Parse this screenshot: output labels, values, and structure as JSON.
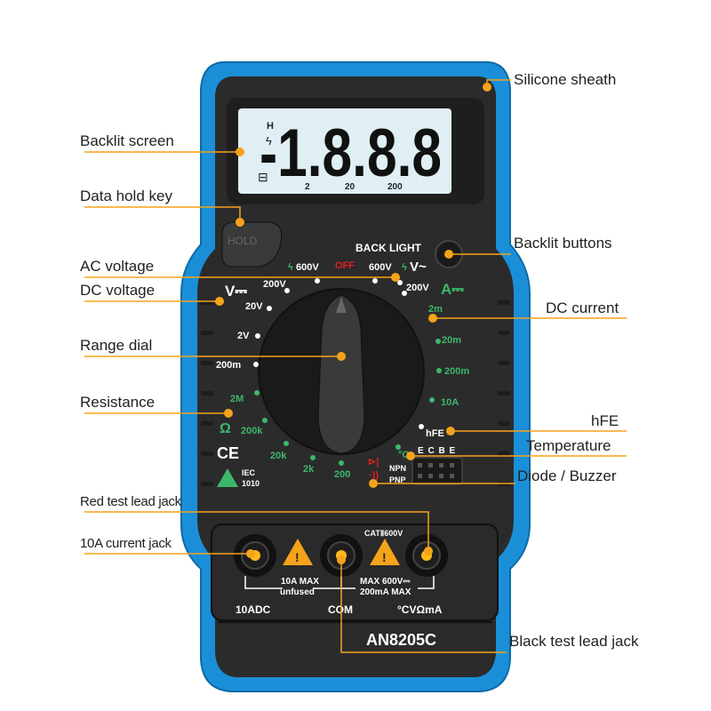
{
  "meter": {
    "display_digits": "-1.8.8.8",
    "display_hold_indicator": "H",
    "display_scale": [
      "2",
      "20",
      "200"
    ],
    "hold_key_label": "HOLD",
    "backlight_label": "BACK LIGHT",
    "dial_left": [
      "600V",
      "200V",
      "20V",
      "2V",
      "200m",
      "2M",
      "200k",
      "20k",
      "2k",
      "200"
    ],
    "dial_top": [
      "600V",
      "OFF",
      "600V"
    ],
    "dial_right": [
      "200V",
      "2m",
      "20m",
      "200m",
      "10A",
      "hFE",
      "°C"
    ],
    "mode_dc_volt": "V⎓",
    "mode_ac_volt": "V~",
    "mode_dc_amp": "A⎓",
    "mode_ohm": "Ω",
    "hfe_pins": "E C B E",
    "npn": "NPN",
    "pnp": "PNP",
    "ce_mark": "CE",
    "iec_text": [
      "IEC",
      "1010"
    ],
    "cat_rating": "CATⅡ600V",
    "warn_left": [
      "10A MAX",
      "unfused"
    ],
    "warn_right": [
      "MAX 600V⎓",
      "200mA MAX"
    ],
    "jack_labels": [
      "10ADC",
      "COM",
      "°CVΩmA"
    ],
    "model": "AN8205C"
  },
  "callouts": {
    "silicone_sheath": "Silicone sheath",
    "backlit_screen": "Backlit screen",
    "data_hold_key": "Data hold key",
    "backlit_buttons": "Backlit buttons",
    "ac_voltage": "AC voltage",
    "dc_voltage": "DC voltage",
    "dc_current": "DC current",
    "range_dial": "Range dial",
    "resistance": "Resistance",
    "hfe": "hFE",
    "temperature": "Temperature",
    "diode_buzzer": "Diode / Buzzer",
    "red_jack": "Red test lead jack",
    "amp_jack": "10A current jack",
    "black_jack": "Black test lead jack"
  },
  "colors": {
    "sheath": "#1a8fd8",
    "body": "#2b2b2b",
    "accent_orange": "#f5a31a",
    "green_labels": "#3cb86a",
    "lcd": "#dfeff4"
  }
}
